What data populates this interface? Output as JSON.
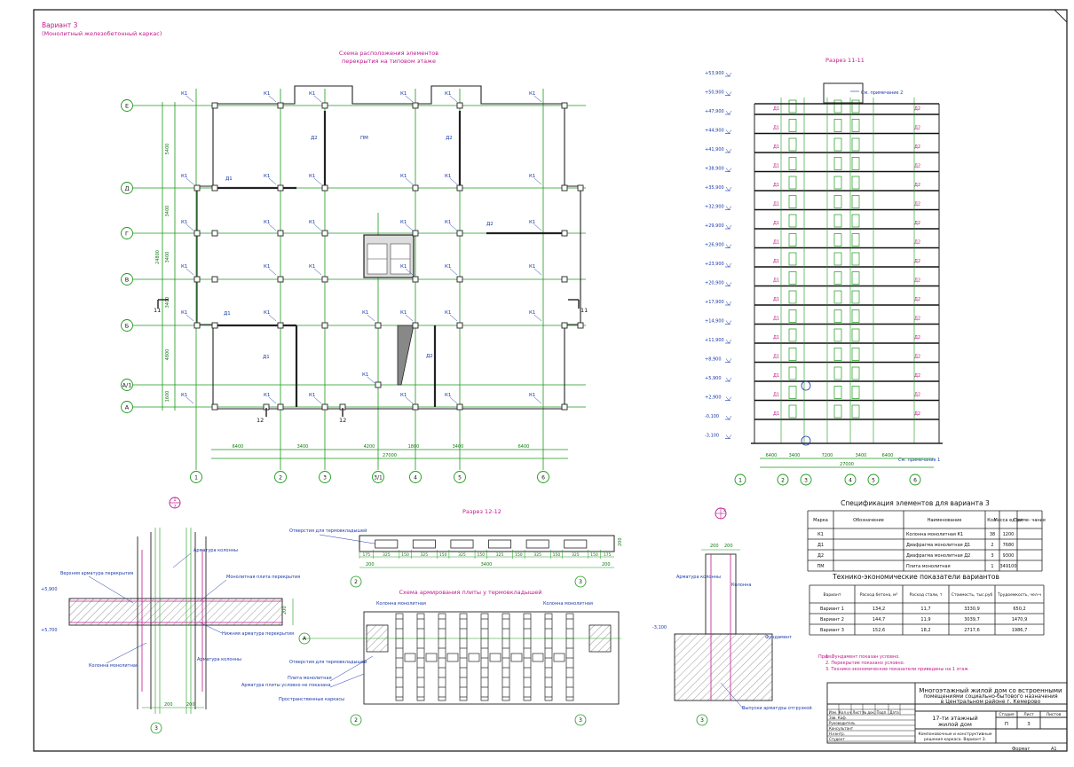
{
  "header": {
    "variant": "Вариант 3",
    "variant_sub": "(Монолитный железобетонный каркас)"
  },
  "plan": {
    "title_line1": "Схема расположения элементов",
    "title_line2": "перекрытия на типовом этаже",
    "axes_letters": [
      "Е",
      "Д",
      "Г",
      "В",
      "Б",
      "А/1",
      "А"
    ],
    "axes_numbers": [
      "1",
      "2",
      "3",
      "3/1",
      "4",
      "5",
      "6"
    ],
    "left_dims": [
      "5400",
      "3400",
      "3400",
      "3400",
      "4800",
      "1600"
    ],
    "left_total": "24800",
    "bottom_dims": [
      "6400",
      "3400",
      "4200",
      "1800",
      "3400",
      "6400"
    ],
    "bottom_total": "27000",
    "cut_label": "11",
    "cut_label_bottom": "12",
    "element_labels": [
      "К1",
      "Д1",
      "Д2",
      "ПМ"
    ]
  },
  "section11": {
    "title": "Разрез 11-11",
    "levels": [
      "+53,900",
      "+50,900",
      "+47,900",
      "+44,900",
      "+41,900",
      "+38,900",
      "+35,900",
      "+32,900",
      "+29,900",
      "+26,900",
      "+23,900",
      "+20,900",
      "+17,900",
      "+14,900",
      "+11,900",
      "+8,900",
      "+5,900",
      "+2,900",
      "-0,100",
      "-3,100"
    ],
    "note_top": "См. примечание 2",
    "note_bottom": "См. примечание 1",
    "left_label": "Д1",
    "right_label": "Д2",
    "dims": [
      "6400",
      "3400",
      "7200",
      "3400",
      "6400"
    ],
    "dims_total": "27000",
    "axes": [
      "1",
      "2",
      "3",
      "4",
      "5",
      "6"
    ]
  },
  "section12": {
    "title": "Разрез 12-12",
    "note": "Отверстия для термовкладышей",
    "dims": [
      "175",
      "325",
      "150",
      "325",
      "150",
      "325",
      "150",
      "325",
      "150",
      "325",
      "150",
      "325",
      "150",
      "175"
    ],
    "dim_left": "200",
    "total": "3400",
    "dim_right": "200",
    "height": "200",
    "axes": [
      "2",
      "3"
    ]
  },
  "reinf": {
    "title": "Схема армирования плиты у термовкладышей",
    "labels": [
      "Колонна монолитная",
      "Колонна монолитная",
      "Отверстия для термовкладышей",
      "Плита монолитная",
      "Арматура плиты условно не показана",
      "Пространственные каркасы"
    ],
    "axis_letter": "А",
    "axes": [
      "2",
      "3"
    ]
  },
  "node1": {
    "num": "1",
    "sub": "2",
    "labels": [
      "Верхняя арматура перекрытия",
      "Арматура колонны",
      "Монолитная плита перекрытия",
      "Нижняя арматура перекрытия",
      "Колонна монолитная",
      "Арматура колонны"
    ],
    "level_top": "+5,900",
    "level_bottom": "+5,700",
    "dims": [
      "200",
      "200"
    ],
    "height": "200",
    "axis": "3"
  },
  "node2": {
    "num": "2",
    "labels": [
      "Арматура колонны",
      "Колонна",
      "Фундамент",
      "Выпуски арматуры отгрузкой"
    ],
    "level": "-3,100",
    "dims": [
      "200",
      "200"
    ],
    "axis": "3"
  },
  "spec": {
    "title": "Спецификация элементов для варианта 3",
    "headers": [
      "Марка",
      "Обозначение",
      "Наименование",
      "Кол.",
      "Масса ед. кг",
      "Приме- чание"
    ],
    "rows": [
      [
        "К1",
        "",
        "Колонна монолитная К1",
        "38",
        "1200",
        ""
      ],
      [
        "Д1",
        "",
        "Диафрагма монолитная Д1",
        "2",
        "7680",
        ""
      ],
      [
        "Д2",
        "",
        "Диафрагма монолитная Д2",
        "3",
        "9300",
        ""
      ],
      [
        "ПМ",
        "",
        "Плита монолитная",
        "1",
        "349100",
        ""
      ]
    ]
  },
  "tech": {
    "title": "Технико-экономические показатели вариантов",
    "headers": [
      "Вариант",
      "Расход бетона, м³",
      "Расход стали, т",
      "Стоимость, тыс.руб",
      "Трудоемкость, чел-ч"
    ],
    "rows": [
      [
        "Вариант 1",
        "134,2",
        "11,7",
        "3330,9",
        "650,2"
      ],
      [
        "Вариант 2",
        "144,7",
        "11,9",
        "3039,7",
        "1470,9"
      ],
      [
        "Вариант 3",
        "152,6",
        "18,2",
        "2717,6",
        "1986,7"
      ]
    ]
  },
  "notes": {
    "head": "Прим.",
    "items": [
      "1. Фундамент показан условно.",
      "2. Перекрытие показано условно.",
      "3. Технико-экономические показатели приведены на 1 этаж"
    ]
  },
  "stamp": {
    "title1": "Многоэтажный жилой дом со встроенными",
    "title2": "помещениями социально-бытового назначения",
    "title3": "в Центральном районе г. Кемерово",
    "building1": "17-ти этажный",
    "building2": "жилой дом",
    "sheet_desc1": "Компоновочные и конструктивные",
    "sheet_desc2": "решения каркаса. Вариант 3.",
    "cols": [
      "Изм.",
      "Кол.уч",
      "Лист",
      "№ док.",
      "Подп.",
      "Дата"
    ],
    "roles": [
      "Зав. Каф.",
      "Руководитель",
      "Консультант",
      "Н.контр.",
      "Студент"
    ],
    "stage_head": "Стадия",
    "sheet_head": "Лист",
    "sheets_head": "Листов",
    "stage": "П",
    "sheet": "3",
    "format_label": "Формат",
    "format": "А1"
  }
}
